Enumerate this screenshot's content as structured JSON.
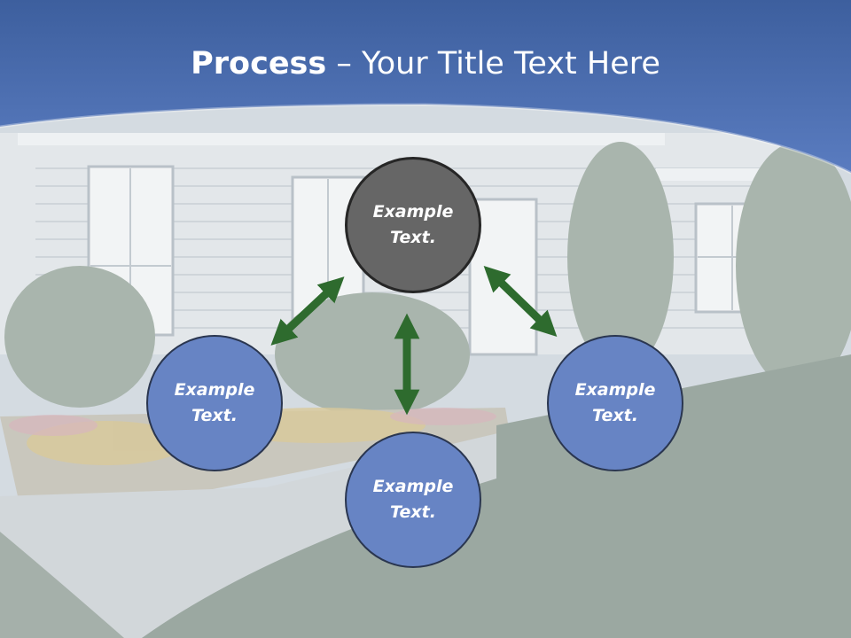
{
  "title": {
    "bold": "Process",
    "separator": " – ",
    "rest": "Your Title Text Here"
  },
  "nodes": [
    {
      "id": "top",
      "text": "Example\nText.",
      "color": "#666666"
    },
    {
      "id": "left",
      "text": "Example\nText.",
      "color": "#6784c4"
    },
    {
      "id": "bottom",
      "text": "Example\nText.",
      "color": "#6784c4"
    },
    {
      "id": "right",
      "text": "Example\nText.",
      "color": "#6784c4"
    }
  ],
  "colors": {
    "header": "#4a6aa8",
    "arrow": "#2e6b2e",
    "node_gray": "#666666",
    "node_blue": "#6784c4"
  }
}
